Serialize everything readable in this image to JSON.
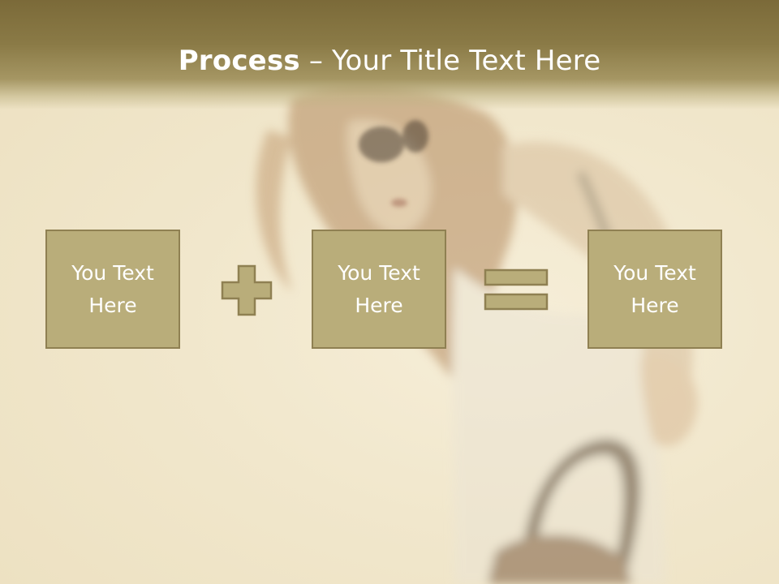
{
  "slide": {
    "title_bold": "Process",
    "title_rest": " – Your Title Text Here"
  },
  "process": {
    "boxes": [
      {
        "text": "You Text Here"
      },
      {
        "text": "You Text Here"
      },
      {
        "text": "You Text Here"
      }
    ],
    "operators": [
      "plus-icon",
      "equals-icon"
    ]
  },
  "colors": {
    "title_bar": "#7b6a39",
    "box_fill": "#b9ad7a",
    "box_border": "#8f8052",
    "background": "#f1e7cc"
  }
}
